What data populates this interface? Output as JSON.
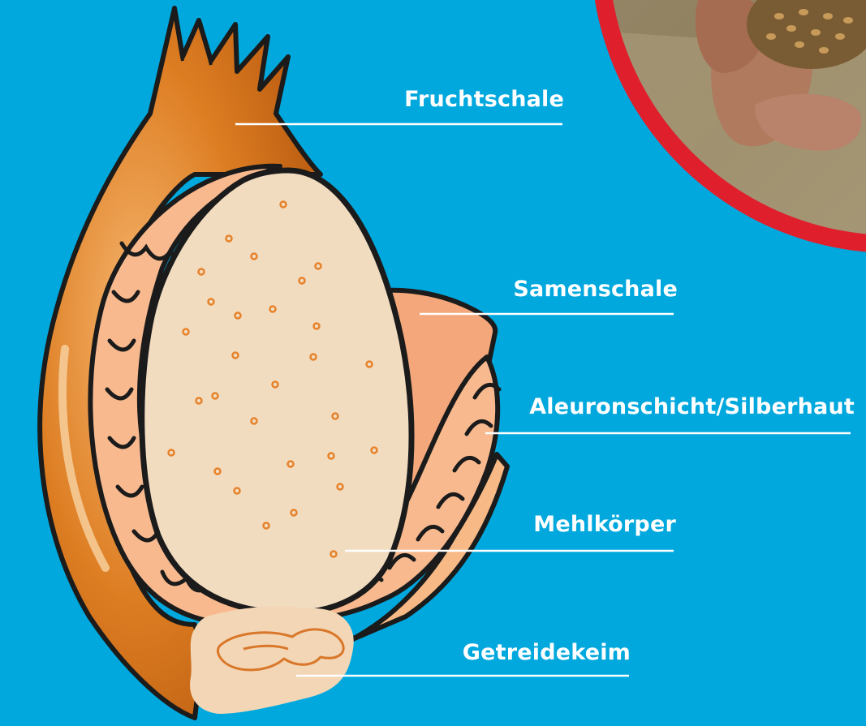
{
  "labels": {
    "fruit_shell": "Fruchtschale",
    "seed_coat": "Samenschale",
    "aleurone": "Aleuronschicht/Silberhaut",
    "endosperm": "Mehlkörper",
    "germ": "Getreidekeim"
  },
  "colors": {
    "background": "#00a8de",
    "accent_ring": "#e01f2d",
    "fruit_shell": "#d8731c",
    "seed_coat": "#f4a77a",
    "aleurone": "#f8b98e",
    "endosperm": "#f2dcc0",
    "germ": "#f3d6b5",
    "dots": "#e6822a"
  }
}
